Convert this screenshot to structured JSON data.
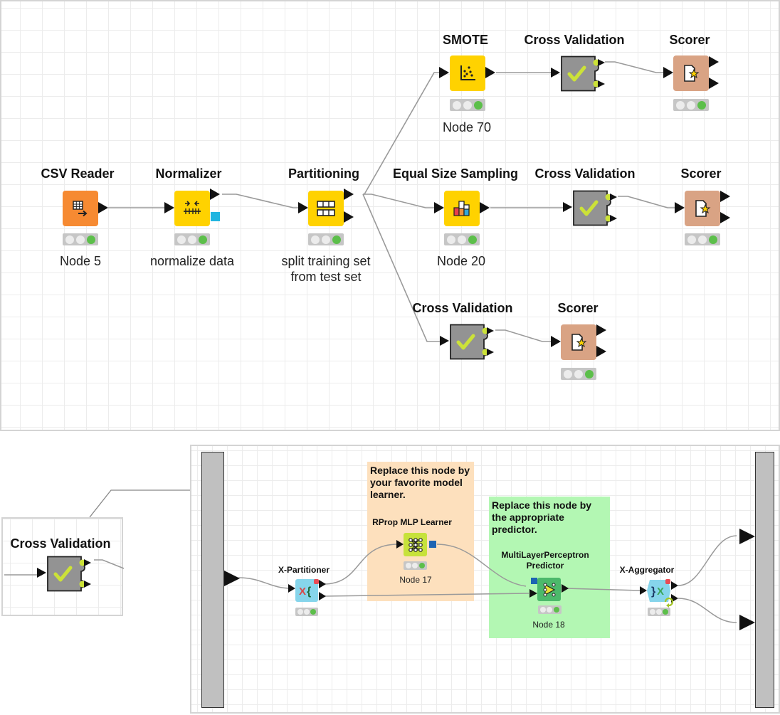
{
  "top_workflow": {
    "nodes": [
      {
        "id": "csv-reader",
        "title": "CSV Reader",
        "description": "Node 5",
        "color": "#f68a32",
        "icon": "table-arrow-icon",
        "status": "executed"
      },
      {
        "id": "normalizer",
        "title": "Normalizer",
        "description": "normalize data",
        "color": "#ffd200",
        "icon": "normalize-icon",
        "status": "executed"
      },
      {
        "id": "partitioning",
        "title": "Partitioning",
        "description_lines": [
          "split training set",
          "from test set"
        ],
        "color": "#ffd200",
        "icon": "partition-icon",
        "status": "executed"
      },
      {
        "id": "smote",
        "title": "SMOTE",
        "description": "Node 70",
        "color": "#ffd200",
        "icon": "scatter-icon",
        "status": "executed"
      },
      {
        "id": "equal-size-sampling",
        "title": "Equal Size Sampling",
        "description": "Node 20",
        "color": "#ffd200",
        "icon": "bar-chart-icon",
        "status": "executed"
      },
      {
        "id": "cross-validation-1",
        "title": "Cross Validation",
        "color": "#939393",
        "icon": "checkmark-icon"
      },
      {
        "id": "cross-validation-2",
        "title": "Cross Validation",
        "color": "#939393",
        "icon": "checkmark-icon"
      },
      {
        "id": "cross-validation-3",
        "title": "Cross Validation",
        "color": "#939393",
        "icon": "checkmark-icon"
      },
      {
        "id": "scorer-1",
        "title": "Scorer",
        "color": "#d9a384",
        "icon": "scorer-doc-icon",
        "status": "executed"
      },
      {
        "id": "scorer-2",
        "title": "Scorer",
        "color": "#d9a384",
        "icon": "scorer-doc-icon",
        "status": "executed"
      },
      {
        "id": "scorer-3",
        "title": "Scorer",
        "color": "#d9a384",
        "icon": "scorer-doc-icon",
        "status": "executed"
      }
    ],
    "connections": [
      [
        "csv-reader",
        "normalizer"
      ],
      [
        "normalizer",
        "partitioning"
      ],
      [
        "partitioning",
        "smote"
      ],
      [
        "partitioning",
        "equal-size-sampling"
      ],
      [
        "partitioning",
        "cross-validation-3"
      ],
      [
        "smote",
        "cross-validation-1"
      ],
      [
        "equal-size-sampling",
        "cross-validation-2"
      ],
      [
        "cross-validation-1",
        "scorer-1"
      ],
      [
        "cross-validation-2",
        "scorer-2"
      ],
      [
        "cross-validation-3",
        "scorer-3"
      ]
    ]
  },
  "zoom_inset": {
    "node_title": "Cross Validation"
  },
  "sub_workflow": {
    "annotations": [
      {
        "id": "learner-note",
        "text": "Replace this node by your favorite model learner.",
        "color": "#fde0bd"
      },
      {
        "id": "predictor-note",
        "text": "Replace this node by the appropriate predictor.",
        "color": "#b3f7b3"
      }
    ],
    "nodes": [
      {
        "id": "x-partitioner",
        "title": "X-Partitioner",
        "color": "#86d5eb",
        "icon": "x-partition-icon",
        "status": "executed"
      },
      {
        "id": "rprop-mlp-learner",
        "title": "RProp MLP Learner",
        "description": "Node 17",
        "color": "#c7e23b",
        "icon": "neural-net-icon",
        "status": "executed"
      },
      {
        "id": "mlp-predictor",
        "title_lines": [
          "MultiLayerPerceptron",
          "Predictor"
        ],
        "description": "Node 18",
        "color": "#4cb96b",
        "icon": "predictor-icon",
        "status": "executed"
      },
      {
        "id": "x-aggregator",
        "title": "X-Aggregator",
        "color": "#86d5eb",
        "icon": "x-aggregate-icon",
        "status": "executed"
      }
    ]
  },
  "status_colors": {
    "executed": "#5cbf4a",
    "idle": "#ececec",
    "bg": "#c6c6c6"
  }
}
